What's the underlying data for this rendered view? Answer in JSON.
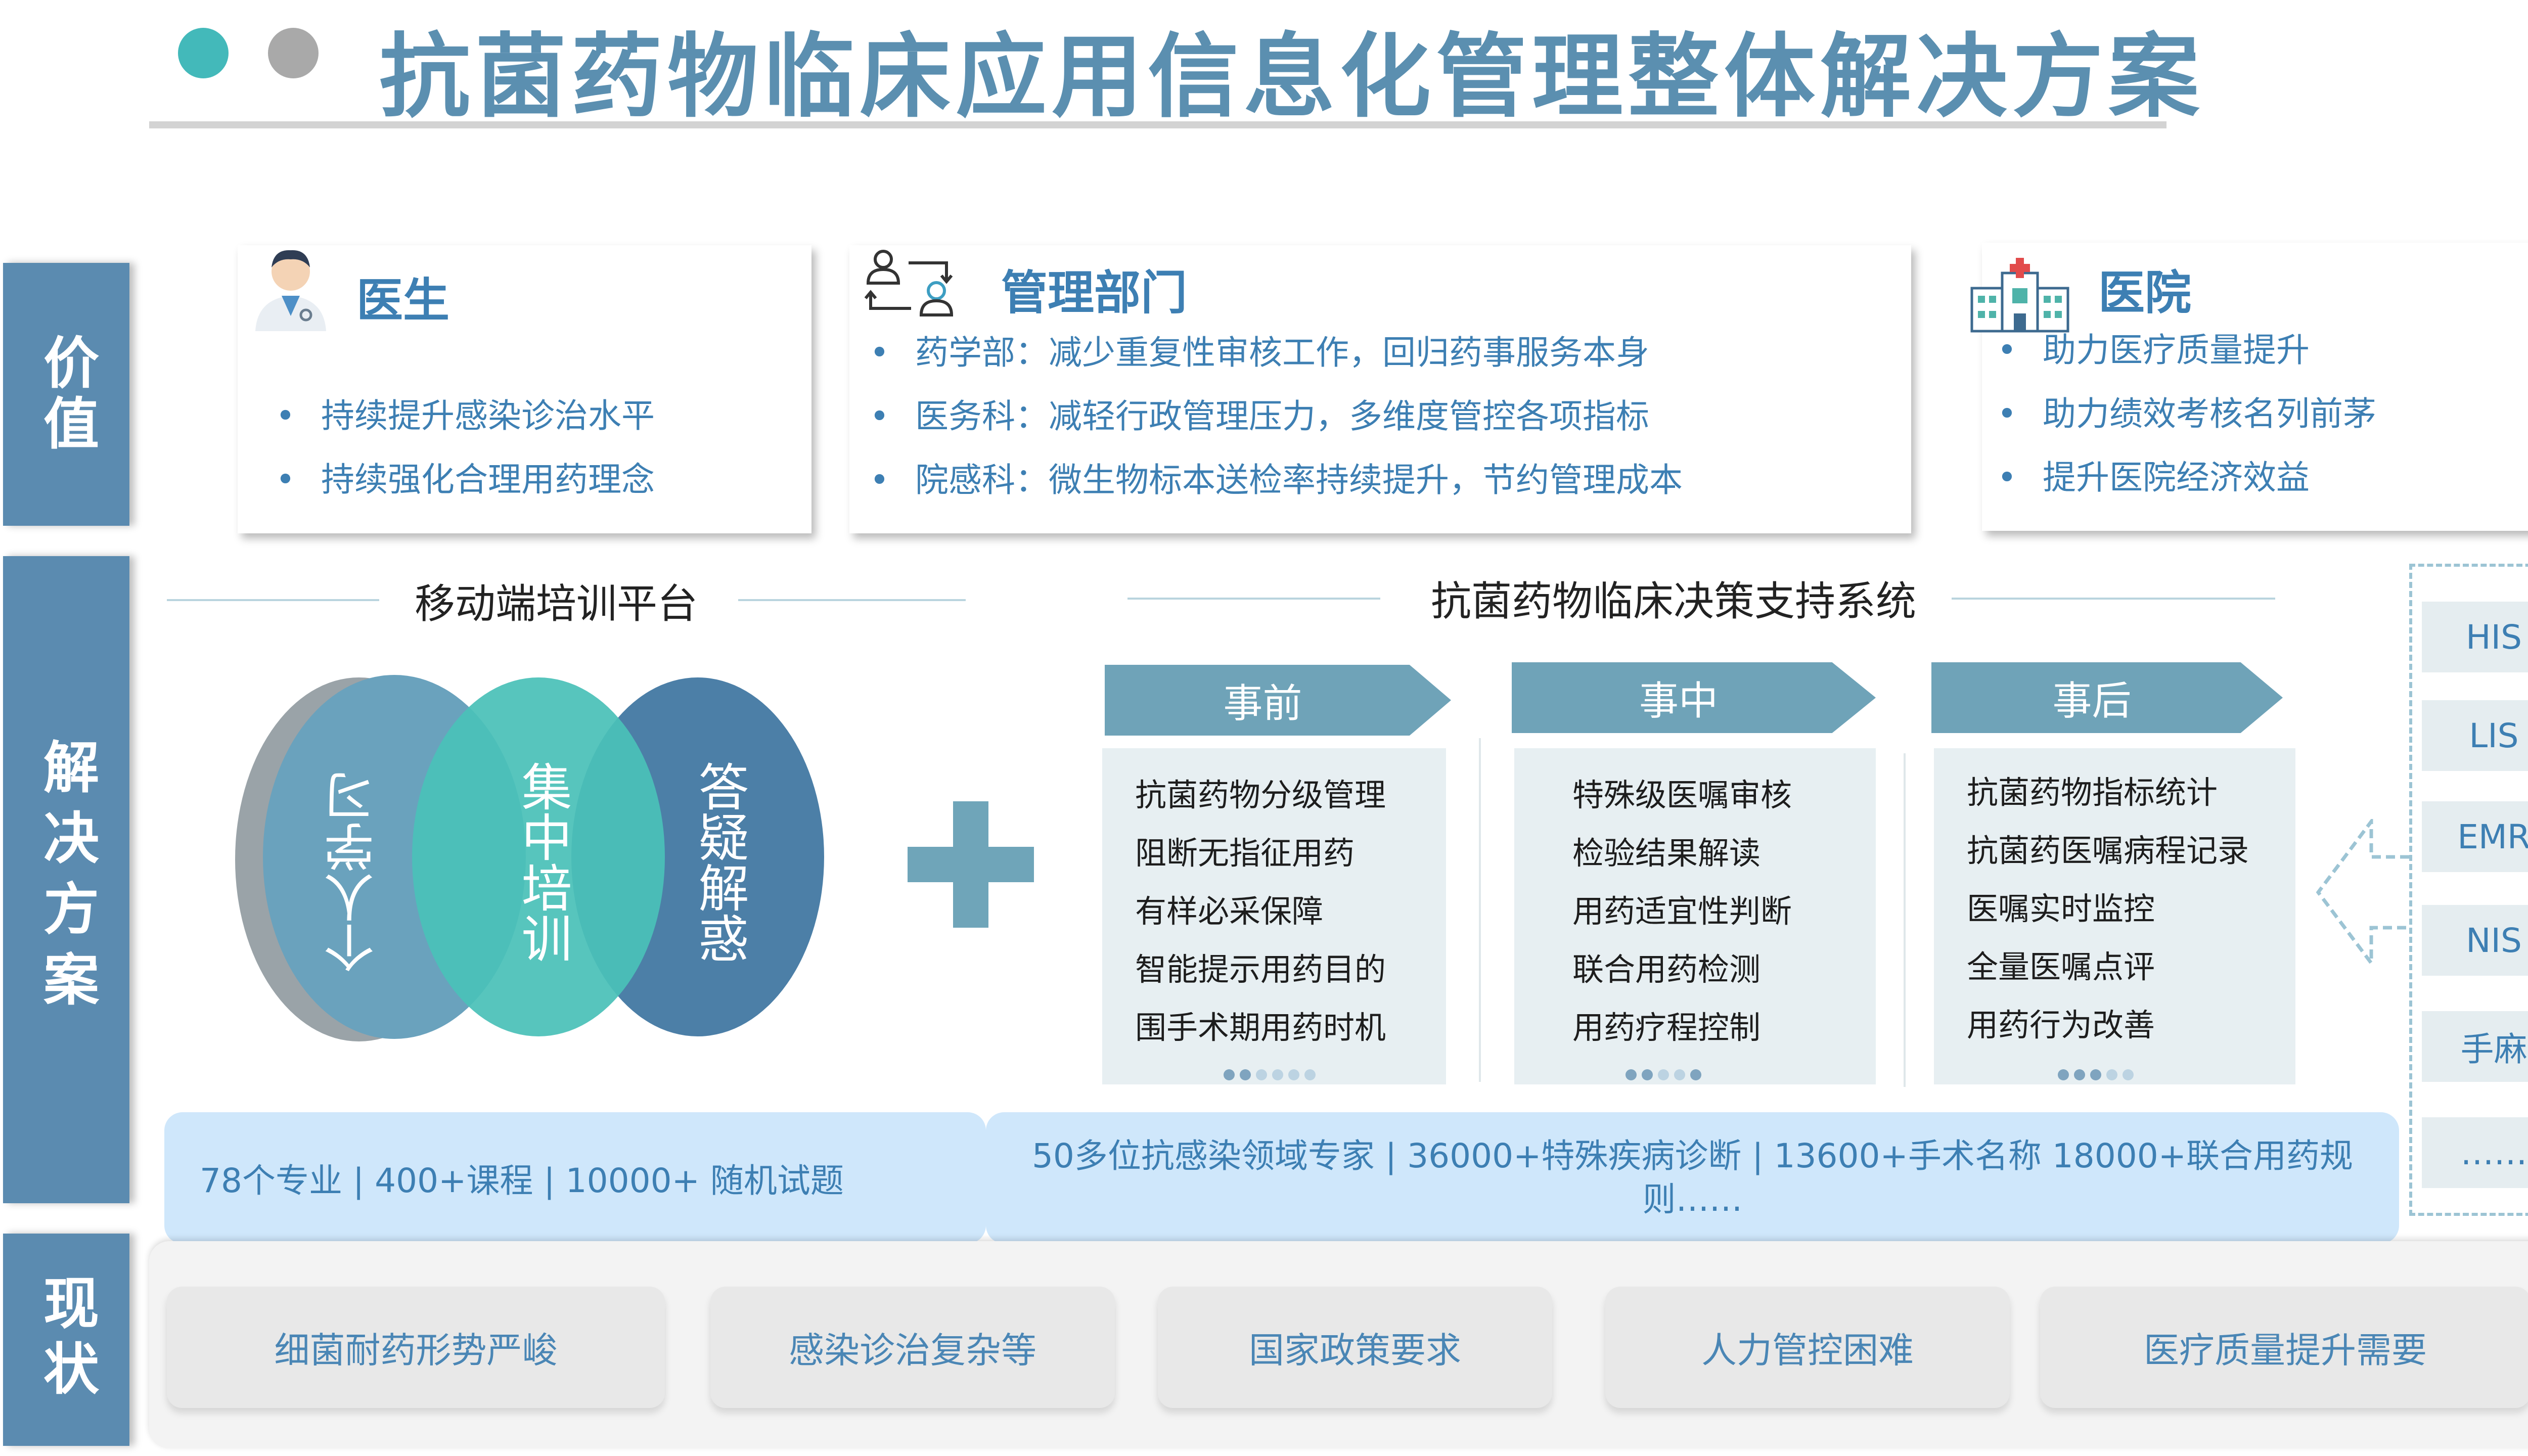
{
  "header": {
    "title": "抗菌药物临床应用信息化管理整体解决方案",
    "dot_colors": [
      "#43b9ba",
      "#a9a9a9"
    ]
  },
  "sidebar": {
    "value_label": "价值",
    "solution_label": "解决方案",
    "status_label": "现状"
  },
  "value_cards": {
    "doctor": {
      "title": "医生",
      "icon": "doctor-icon",
      "items": [
        "持续提升感染诊治水平",
        "持续强化合理用药理念"
      ]
    },
    "management": {
      "title": "管理部门",
      "icon": "transfer-people-icon",
      "items": [
        "药学部：减少重复性审核工作，回归药事服务本身",
        "医务科：减轻行政管理压力，多维度管控各项指标",
        "院感科：微生物标本送检率持续提升，节约管理成本"
      ]
    },
    "hospital": {
      "title": "医院",
      "icon": "hospital-building-icon",
      "items": [
        "助力医疗质量提升",
        "助力绩效考核名列前茅",
        "提升医院经济效益"
      ]
    }
  },
  "training": {
    "heading": "移动端培训平台",
    "circles": [
      "个人学习",
      "集中培训",
      "答疑解惑"
    ],
    "stats": "78个专业 | 400+课程 | 10000+ 随机试题"
  },
  "plus_icon": "plus-icon",
  "decision": {
    "heading": "抗菌药物临床决策支持系统",
    "stages": [
      {
        "label": "事前",
        "items": [
          "抗菌药物分级管理",
          "阻断无指征用药",
          "有样必采保障",
          "智能提示用药目的",
          "围手术期用药时机"
        ]
      },
      {
        "label": "事中",
        "items": [
          "特殊级医嘱审核",
          "检验结果解读",
          "用药适宜性判断",
          "联合用药检测",
          "用药疗程控制"
        ]
      },
      {
        "label": "事后",
        "items": [
          "抗菌药物指标统计",
          "抗菌药医嘱病程记录",
          "医嘱实时监控",
          "全量医嘱点评",
          "用药行为改善"
        ]
      }
    ],
    "stats": "50多位抗感染领域专家 | 36000+特殊疾病诊断 | 13600+手术名称 18000+联合用药规则……",
    "colors": {
      "stage_head": "#6fa3b8",
      "stage_box": "#e7eff2"
    }
  },
  "sources": [
    "HIS",
    "LIS",
    "EMR",
    "NIS",
    "手麻",
    "……"
  ],
  "status_items": [
    "细菌耐药形势严峻",
    "感染诊治复杂等",
    "国家政策要求",
    "人力管控困难",
    "医疗质量提升需要"
  ]
}
